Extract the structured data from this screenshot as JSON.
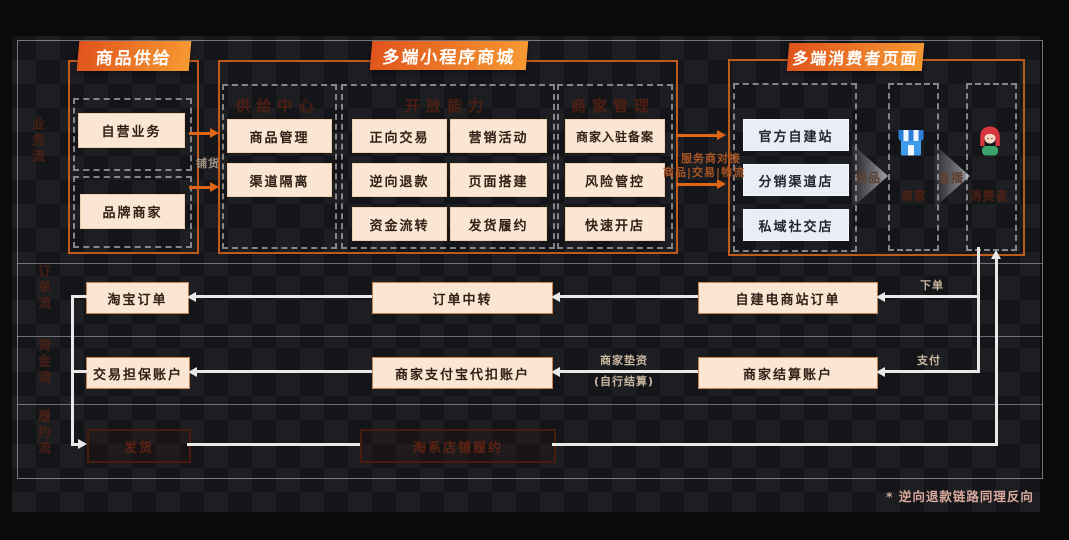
{
  "lanes": {
    "l1": "业务流",
    "l2": "订单流",
    "l3": "资金流",
    "l4": "履约流"
  },
  "headers": {
    "supply": "商品供给",
    "mall": "多端小程序商城",
    "consumer": "多端消费者页面"
  },
  "supply": {
    "box1": "自营业务",
    "box2": "品牌商家",
    "arrow": "铺货"
  },
  "mall": {
    "sc_title": "供给中心",
    "sc1": "商品管理",
    "sc2": "渠道隔离",
    "oa_title": "开放能力",
    "oa1": "正向交易",
    "oa2": "营销活动",
    "oa3": "逆向退款",
    "oa4": "页面搭建",
    "oa5": "资金流转",
    "oa6": "发货履约",
    "mm_title": "商家管理",
    "mm1": "商家入驻备案",
    "mm2": "风险管控",
    "mm3": "快速开店",
    "bridge1": "服务商对接",
    "bridge2": "商品|交易|物流"
  },
  "consumer": {
    "store1": "官方自建站",
    "store2": "分销渠道店",
    "store3": "私域社交店",
    "chev1": "选品",
    "chev2": "直播",
    "merchant": "商家",
    "shopper": "消费者",
    "merchant_icon": "storefront-icon",
    "shopper_icon": "person-icon"
  },
  "orderflow": {
    "taobao": "淘宝订单",
    "relay": "订单中转",
    "selfsite": "自建电商站订单",
    "place": "下单"
  },
  "fundsflow": {
    "guarantee": "交易担保账户",
    "withhold": "商家支付宝代扣账户",
    "settle": "商家结算账户",
    "pay": "支付",
    "adv1": "商家垫资",
    "adv2": "(自行结算)"
  },
  "fulfil": {
    "ship": "发货",
    "taofulfil": "淘系店铺履约"
  },
  "footnote": "* 逆向退款链路同理反向",
  "colors": {
    "orange": "#e8671c",
    "cream": "#fbe5d3",
    "lightbox": "#e9edf5",
    "darkred": "#4a2015",
    "line_white": "#e9e9e9"
  }
}
